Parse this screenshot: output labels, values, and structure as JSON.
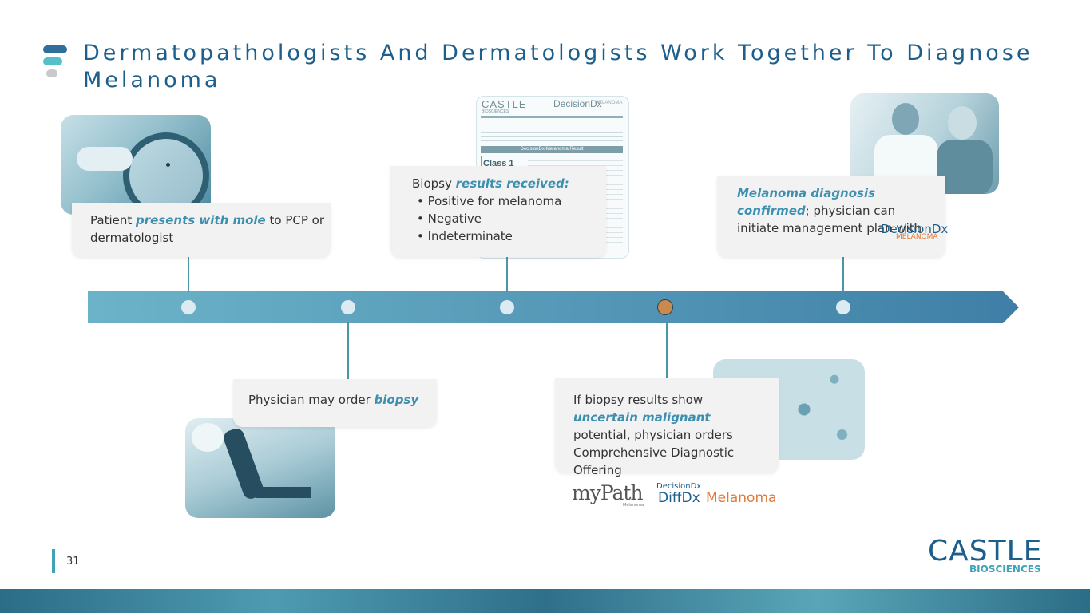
{
  "title": "Dermatopathologists And Dermatologists Work Together To Diagnose Melanoma",
  "steps": [
    {
      "pre": "Patient ",
      "highlight": "presents with mole",
      "post": " to PCP or dermatologist"
    },
    {
      "pre": "Physician may order ",
      "highlight": "biopsy",
      "post": ""
    },
    {
      "pre": "Biopsy ",
      "highlight": "results received:",
      "bullets": [
        "Positive for melanoma",
        "Negative",
        "Indeterminate"
      ]
    },
    {
      "pre": "If biopsy results show ",
      "highlight": "uncertain malignant",
      "post": " potential, physician orders Comprehensive Diagnostic Offering"
    },
    {
      "highlight": "Melanoma diagnosis confirmed",
      "post": "; physician can initiate management plan with"
    }
  ],
  "report": {
    "brand": "CASTLE",
    "brand_sub": "BIOSCIENCES",
    "product": "DecisionDx",
    "product_sub": "MELANOMA",
    "result_title": "DecisionDx-Melanoma Result",
    "class_label": "Class 1"
  },
  "logos": {
    "decisiondx": "DecisionDx",
    "decisiondx_sub": "MELANOMA",
    "mypath": "myPath",
    "mypath_sub": "Melanoma",
    "diffdx_top": "DecisionDx",
    "diffdx": "DiffDx",
    "diffdx_sub": "Melanoma",
    "castle": "CASTLE",
    "castle_sub": "BIOSCIENCES"
  },
  "page_number": "31",
  "colors": {
    "title": "#1d5f8c",
    "highlight": "#3d8fb0",
    "timeline": "#4e9bb8",
    "active_node": "#c98a50"
  }
}
